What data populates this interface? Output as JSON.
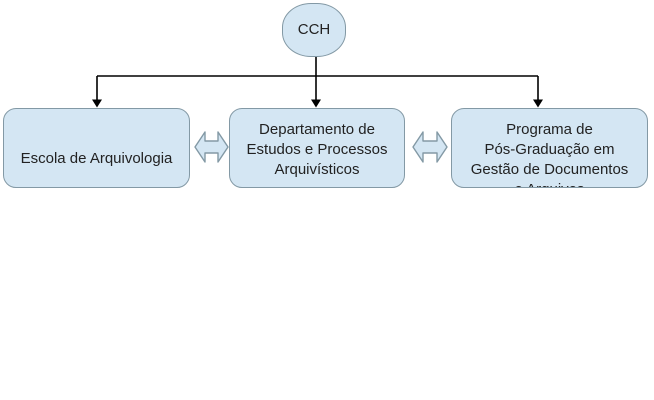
{
  "diagram": {
    "root": {
      "label": "CCH"
    },
    "boxes": [
      {
        "lines": [
          "Escola de Arquivologia"
        ]
      },
      {
        "lines": [
          "Departamento de",
          "Estudos e Processos",
          "Arquivísticos"
        ]
      },
      {
        "lines": [
          "Programa de",
          "Pós-Graduação em",
          "Gestão de Documentos",
          "e Arquivos"
        ]
      }
    ],
    "colors": {
      "shape_fill": "#d4e6f3",
      "shape_border": "#8399a5",
      "connector": "#000000",
      "text": "#222222",
      "background": "#ffffff"
    }
  }
}
